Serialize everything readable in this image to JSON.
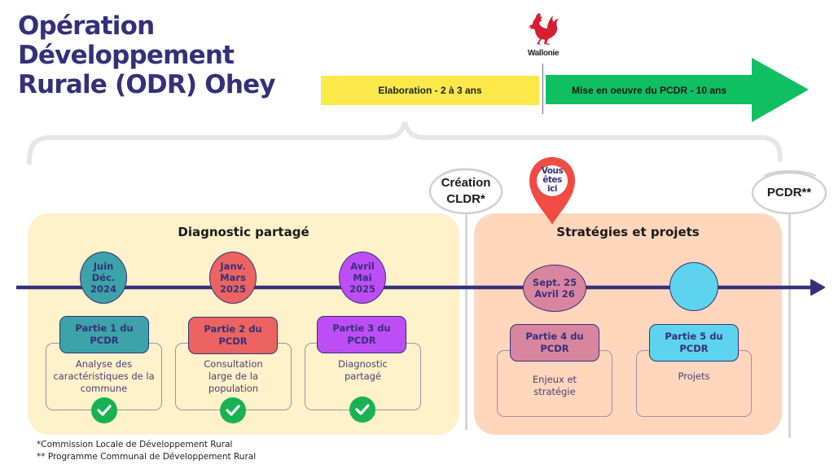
{
  "title": {
    "lines": [
      "Opération",
      "Développement",
      "Rurale (ODR) Ohey"
    ]
  },
  "logo": {
    "icon": "rooster-icon",
    "text": "Wallonie",
    "color": "#d61f33"
  },
  "phases": {
    "elaboration": {
      "label": "Elaboration - 2 à 3 ans",
      "color": "#fbe94a"
    },
    "implementation": {
      "label": "Mise en oeuvre du PCDR - 10 ans",
      "color": "#0fbf62"
    }
  },
  "milestones": {
    "cldr": {
      "line1": "Création",
      "line2": "CLDR*"
    },
    "pcdr": {
      "label": "PCDR**"
    }
  },
  "you_are_here": {
    "line1": "Vous",
    "line2": "êtes",
    "line3": "ici",
    "color": "#f04c44"
  },
  "panels": {
    "diagnostic": {
      "title": "Diagnostic partagé",
      "color": "#fff1c9",
      "steps": [
        {
          "date": [
            "Juin",
            "Déc.",
            "2024"
          ],
          "part": [
            "Partie 1 du",
            "PCDR"
          ],
          "description": [
            "Analyse des",
            "caractéristiques de la",
            "commune"
          ],
          "color": "#3ca3a8",
          "completed": true
        },
        {
          "date": [
            "Janv.",
            "Mars",
            "2025"
          ],
          "part": [
            "Partie 2 du",
            "PCDR"
          ],
          "description": [
            "Consultation",
            "large de la",
            "population"
          ],
          "color": "#ec6461",
          "completed": true
        },
        {
          "date": [
            "Avril",
            "Mai",
            "2025"
          ],
          "part": [
            "Partie 3 du",
            "PCDR"
          ],
          "description": [
            "Diagnostic",
            "partagé"
          ],
          "color": "#bd4ef5",
          "completed": true
        }
      ]
    },
    "strategy": {
      "title": "Stratégies et projets",
      "color": "#fdd6bc",
      "steps": [
        {
          "date": [
            "Sept. 25",
            "Avril 26"
          ],
          "part": [
            "Partie 4 du",
            "PCDR"
          ],
          "description": [
            "Enjeux et",
            "stratégie"
          ],
          "color": "#d9859f",
          "completed": false
        },
        {
          "date": [],
          "part": [
            "Partie 5 du",
            "PCDR"
          ],
          "description": [
            "Projets"
          ],
          "color": "#5dd3ed",
          "completed": false
        }
      ]
    }
  },
  "footnotes": [
    "*Commission Locale de Développement Rural",
    "** Programme Communal de Développement Rural"
  ],
  "colors": {
    "timeline": "#35307a",
    "check": "#17b352"
  }
}
